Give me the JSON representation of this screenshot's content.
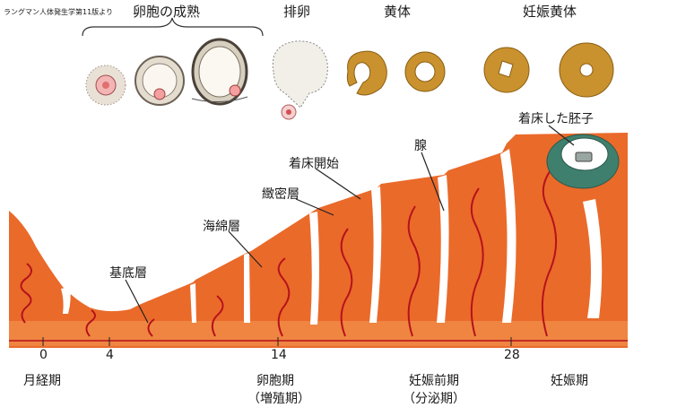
{
  "source_note": "ラングマン人体発生学第11版より",
  "stages": {
    "maturation": "卵胞の成熟",
    "ovulation": "排卵",
    "corpus_luteum": "黄体",
    "pregnancy_corpus_luteum": "妊娠黄体"
  },
  "layers": {
    "basal": "基底層",
    "spongy": "海綿層",
    "compact": "緻密層"
  },
  "annotations": {
    "implantation_start": "着床開始",
    "gland": "腺",
    "implanted_embryo": "着床した胚子"
  },
  "axis_ticks": [
    "0",
    "4",
    "14",
    "28"
  ],
  "phases": {
    "menstrual": "月経期",
    "follicular": "卵胞期",
    "follicular_sub": "（増殖期）",
    "pre_pregnancy": "妊娠前期",
    "pre_pregnancy_sub": "（分泌期）",
    "pregnancy": "妊娠期"
  },
  "colors": {
    "endometrium": "#ea6a2a",
    "endometrium_dark": "#c94a16",
    "basal_band": "#f08a45",
    "vessel": "#b5121b",
    "corpus_luteum": "#c9922e",
    "embryo": "#3f7f6e"
  }
}
